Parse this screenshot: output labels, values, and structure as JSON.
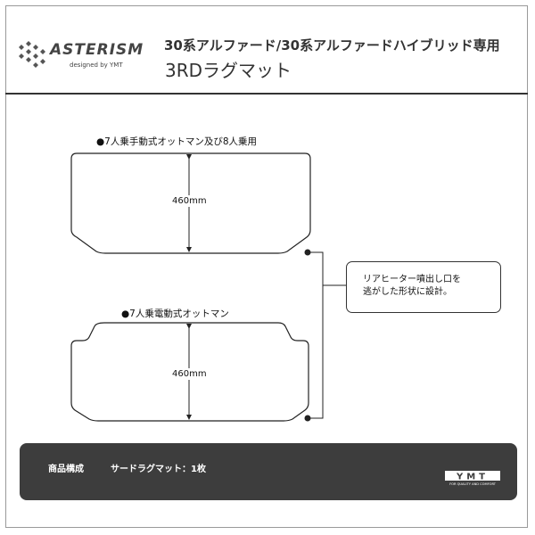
{
  "brand": {
    "name": "ASTERISM",
    "tagline": "designed by YMT",
    "footer_logo_text": "YMT",
    "footer_logo_tagline": "FOR QUALITY AND COMFORT"
  },
  "header": {
    "title": "30系アルファード/30系アルファードハイブリッド専用",
    "subtitle": "3RDラグマット"
  },
  "mats": [
    {
      "label": "●7人乗手動式オットマン及び8人乗用",
      "dimension": "460mm"
    },
    {
      "label": "●7人乗電動式オットマン",
      "dimension": "460mm"
    }
  ],
  "callout": {
    "line1": "リアヒーター噴出し口を",
    "line2": "逃がした形状に設計。"
  },
  "footer": {
    "label": "商品構成",
    "value": "サードラグマット：1枚"
  },
  "colors": {
    "footer_bg": "#3d3d3d",
    "outline": "#222222"
  }
}
